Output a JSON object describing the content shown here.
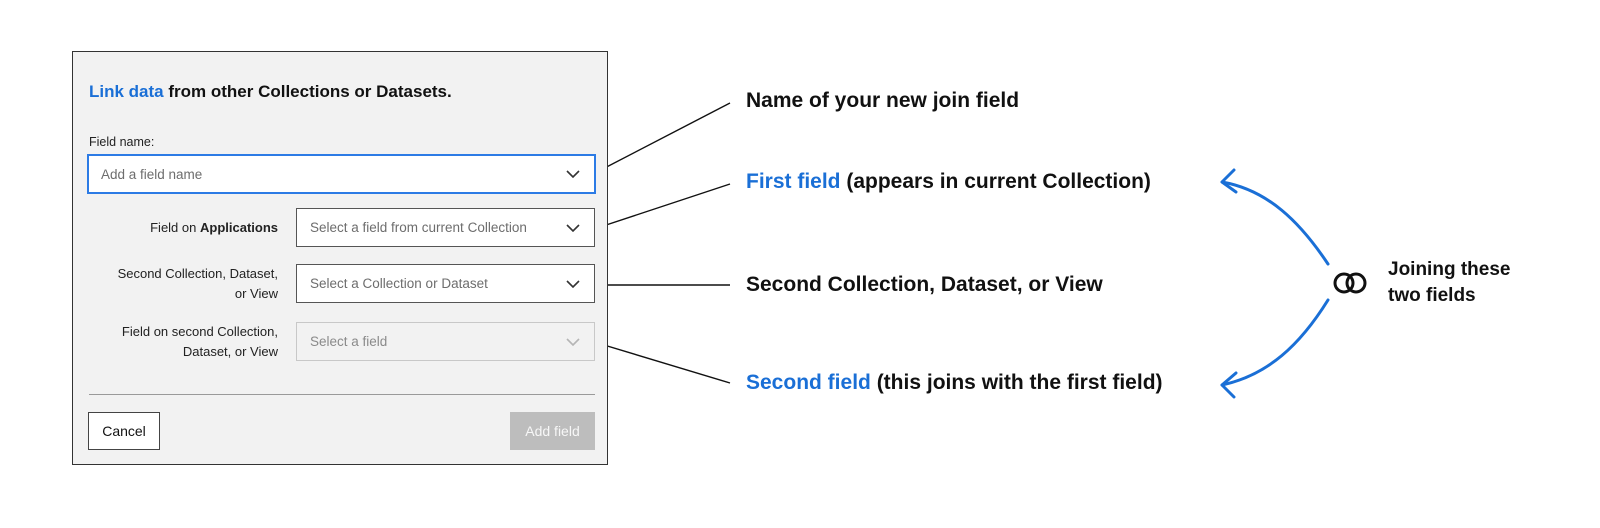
{
  "dialog": {
    "title_link": "Link data",
    "title_rest": " from other Collections or Datasets.",
    "field_name_label": "Field name:",
    "field_name_placeholder": "Add a field name",
    "rows": [
      {
        "label_prefix": "Field on ",
        "label_bold": "Applications",
        "placeholder": "Select a field from current Collection"
      },
      {
        "label_line1": "Second Collection, Dataset,",
        "label_line2": "or View",
        "placeholder": "Select a Collection or Dataset"
      },
      {
        "label_line1": "Field on second Collection,",
        "label_line2": "Dataset, or View",
        "placeholder": "Select a field"
      }
    ],
    "cancel_label": "Cancel",
    "add_label": "Add field"
  },
  "annotations": {
    "name": "Name of your new join field",
    "first_accent": "First field",
    "first_rest": " (appears in current Collection)",
    "second_collection": "Second Collection, Dataset, or View",
    "second_accent": "Second field",
    "second_rest": " (this joins with the first field)",
    "join_line1": "Joining these",
    "join_line2": "two fields"
  },
  "icons": {
    "dropdown": "chevron-down-icon",
    "join": "link-rings-icon"
  },
  "colors": {
    "accent": "#1a6fd6",
    "arrow": "#1a6fd6",
    "focus_border": "#2c7be5",
    "dialog_bg": "#f2f2f2",
    "disabled_button": "#bdbdbd"
  }
}
